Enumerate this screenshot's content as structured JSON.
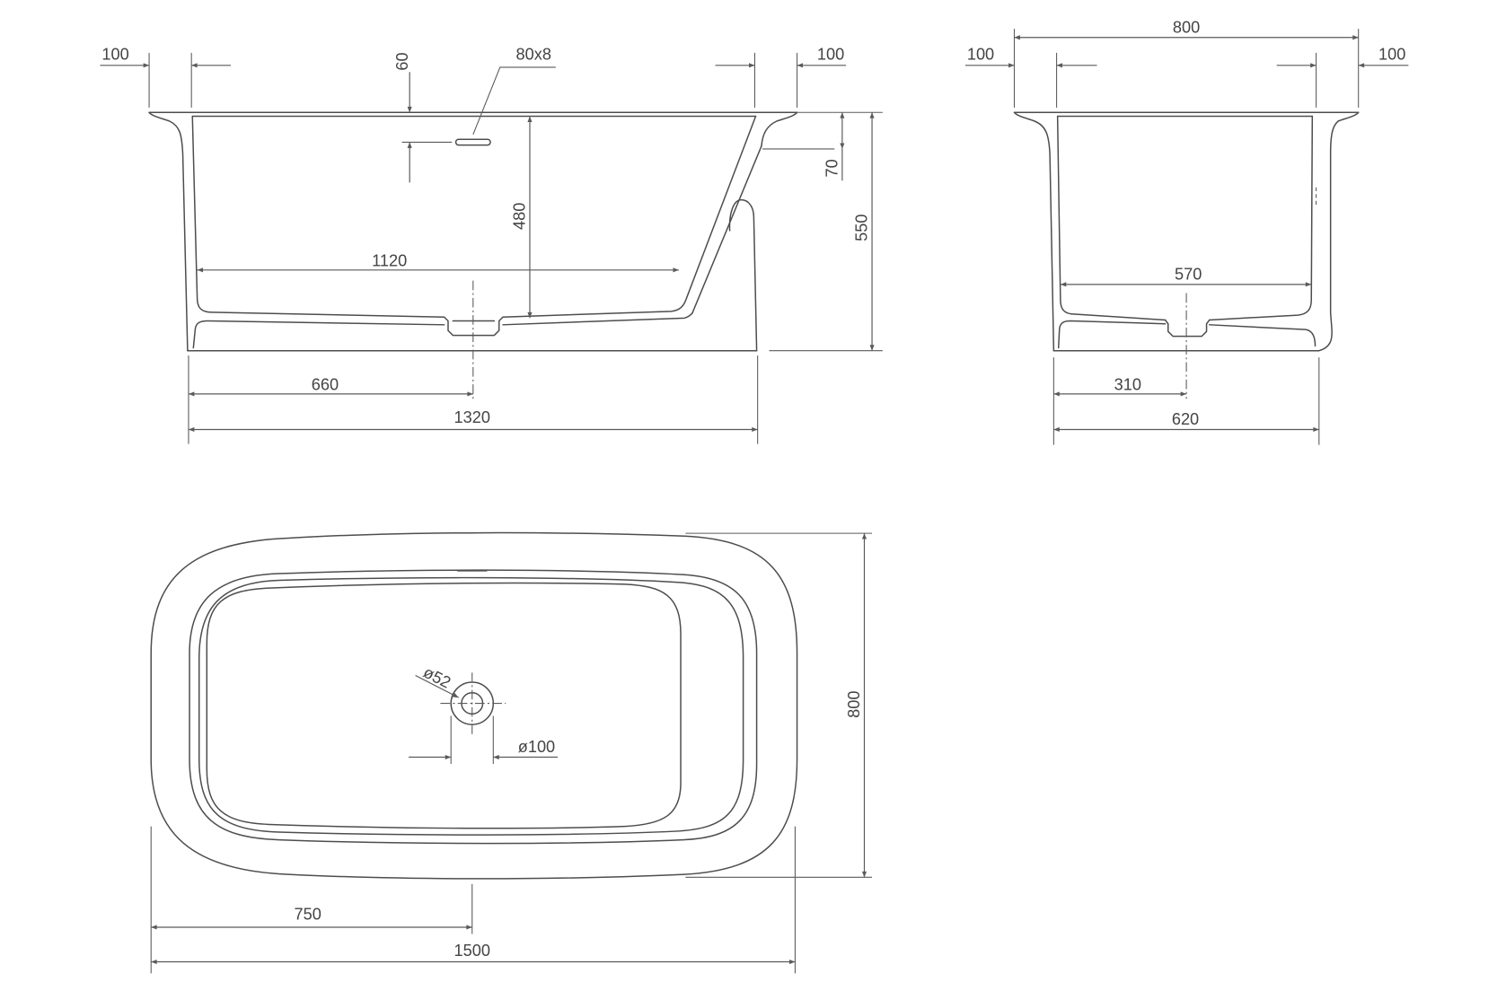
{
  "front_view": {
    "rim_left_overhang": "100",
    "overflow_height": "60",
    "overflow_slot": "80x8",
    "rim_right_overhang": "100",
    "inner_floor_length": "1120",
    "inner_depth": "480",
    "rim_thickness": "70",
    "total_height": "550",
    "drain_offset": "660",
    "base_length": "1320"
  },
  "side_view": {
    "total_width": "800",
    "rim_left_overhang": "100",
    "rim_right_overhang": "100",
    "inner_floor_width": "570",
    "drain_offset": "310",
    "base_width": "620"
  },
  "plan_view": {
    "drain_diameter": "ø52",
    "drain_flange_diameter": "ø100",
    "total_width": "800",
    "drain_offset": "750",
    "total_length": "1500"
  },
  "colors": {
    "line": "#4d4d4d",
    "dimension": "#5a5a5a",
    "text": "#444444",
    "background": "#ffffff"
  }
}
